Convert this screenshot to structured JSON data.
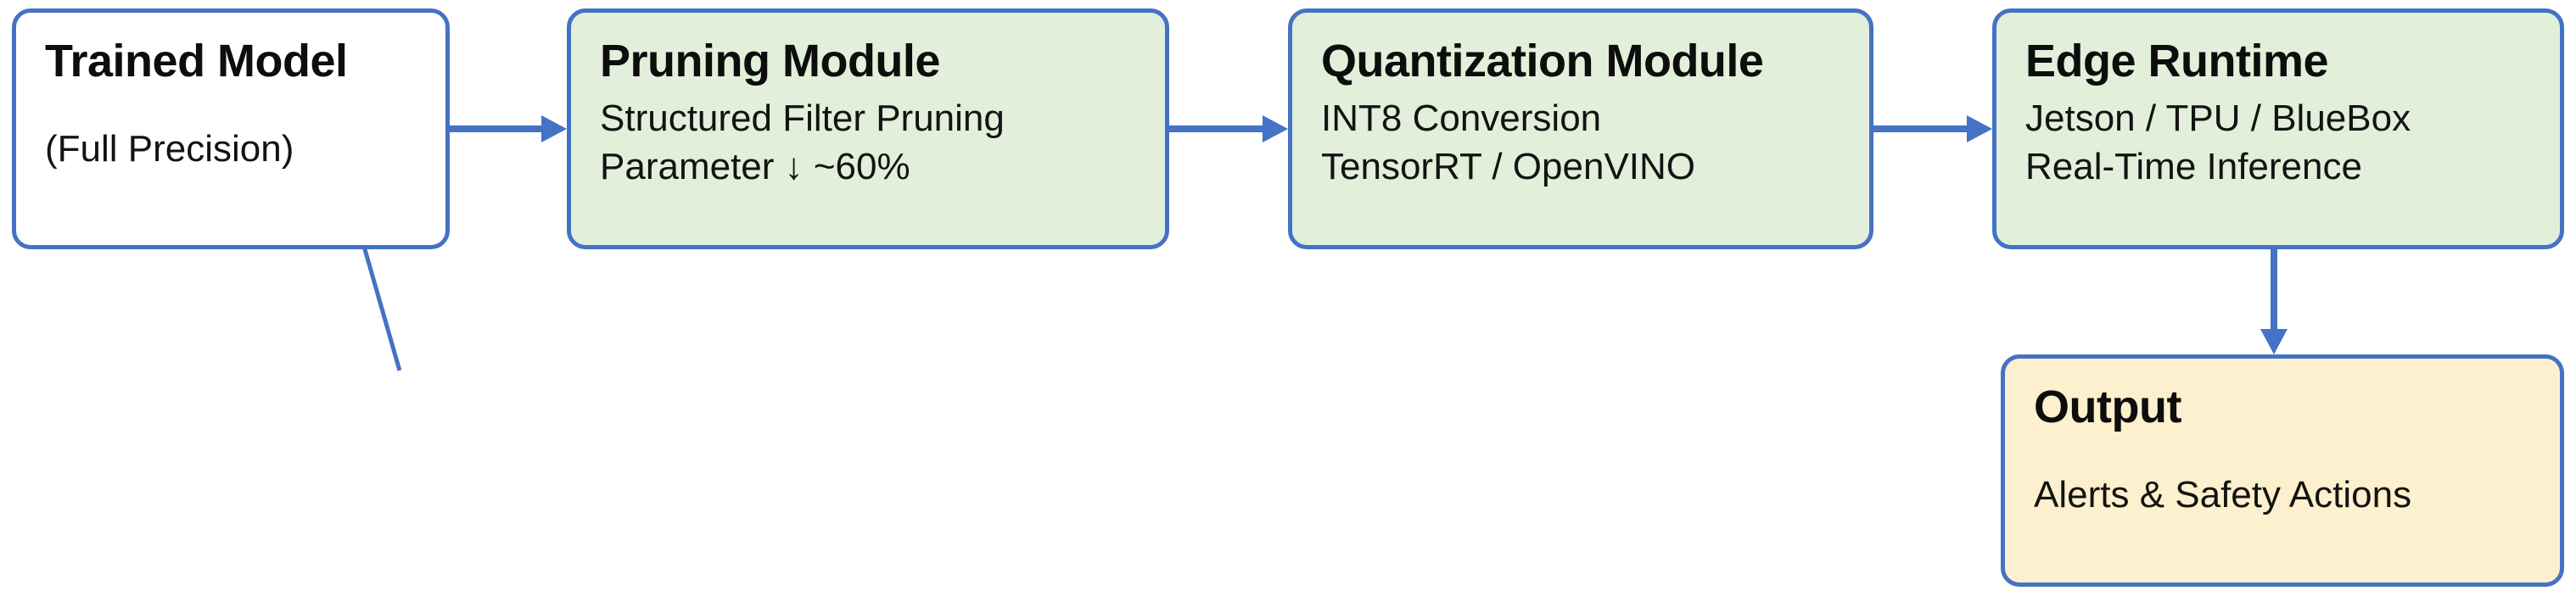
{
  "diagram": {
    "type": "flowchart",
    "orientation": "left-to-right-with-branch",
    "colors": {
      "stage_fill": "#E2EFDA",
      "source_fill": "#FFFFFF",
      "output_fill": "#FDF0CE",
      "border": "#4472C4",
      "arrow": "#4472C4",
      "text": "#0D0D0D"
    },
    "nodes": [
      {
        "id": "trained-model",
        "title": "Trained Model",
        "lines": [
          "(Full Precision)"
        ],
        "fill": "white"
      },
      {
        "id": "pruning-module",
        "title": "Pruning Module",
        "lines": [
          "Structured Filter Pruning",
          "Parameter ↓ ~60%"
        ],
        "fill": "green"
      },
      {
        "id": "quantization-module",
        "title": "Quantization Module",
        "lines": [
          "INT8 Conversion",
          "TensorRT / OpenVINO"
        ],
        "fill": "green"
      },
      {
        "id": "edge-runtime",
        "title": "Edge Runtime",
        "lines": [
          "Jetson / TPU / BlueBox",
          "Real-Time Inference"
        ],
        "fill": "green"
      },
      {
        "id": "output",
        "title": "Output",
        "lines": [
          "Alerts & Safety Actions"
        ],
        "fill": "yellow"
      }
    ],
    "edges": [
      {
        "id": "edge-1",
        "from": "trained-model",
        "to": "pruning-module",
        "direction": "right"
      },
      {
        "id": "edge-2",
        "from": "pruning-module",
        "to": "quantization-module",
        "direction": "right"
      },
      {
        "id": "edge-3",
        "from": "quantization-module",
        "to": "edge-runtime",
        "direction": "right"
      },
      {
        "id": "edge-4",
        "from": "edge-runtime",
        "to": "output",
        "direction": "down"
      }
    ]
  }
}
